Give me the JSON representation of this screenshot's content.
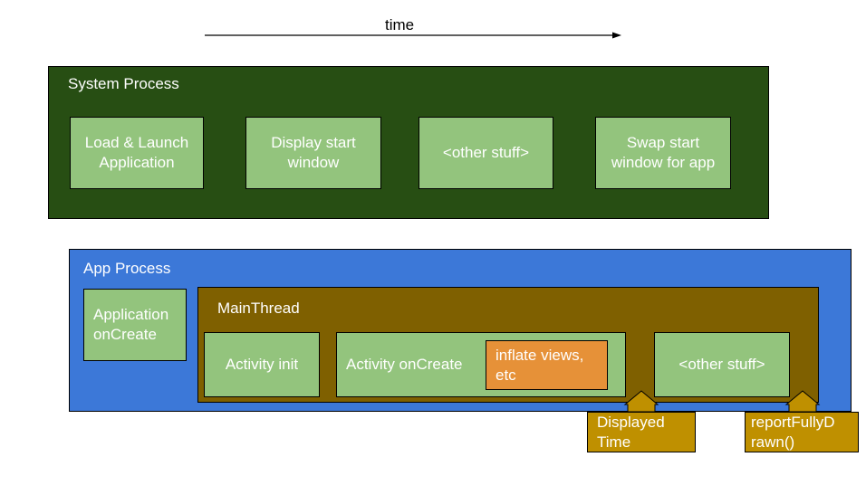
{
  "timeline": {
    "label": "time"
  },
  "system": {
    "title": "System Process",
    "color": "#274e13",
    "steps": [
      {
        "line1": "Load & Launch",
        "line2": "Application"
      },
      {
        "line1": "Display start",
        "line2": "window"
      },
      {
        "line1": "<other stuff>",
        "line2": ""
      },
      {
        "line1": "Swap start",
        "line2": "window for app"
      }
    ]
  },
  "app": {
    "title": "App Process",
    "color": "#3c78d8",
    "app_oncreate": {
      "line1": "Application",
      "line2": "onCreate"
    },
    "main_thread": {
      "title": "MainThread",
      "color": "#7f6000",
      "activity_init": "Activity init",
      "activity_oncreate": "Activity onCreate",
      "inflate_views": {
        "line1": "inflate views,",
        "line2": "etc"
      },
      "other_stuff": "<other stuff>"
    }
  },
  "markers": {
    "color": "#bf9000",
    "displayed_time": {
      "line1": "Displayed",
      "line2": "Time"
    },
    "report_fully_drawn": {
      "line1": "reportFullyD",
      "line2": "rawn()"
    }
  },
  "colors": {
    "step_fill": "#93c47d",
    "inflate_fill": "#e69138"
  }
}
